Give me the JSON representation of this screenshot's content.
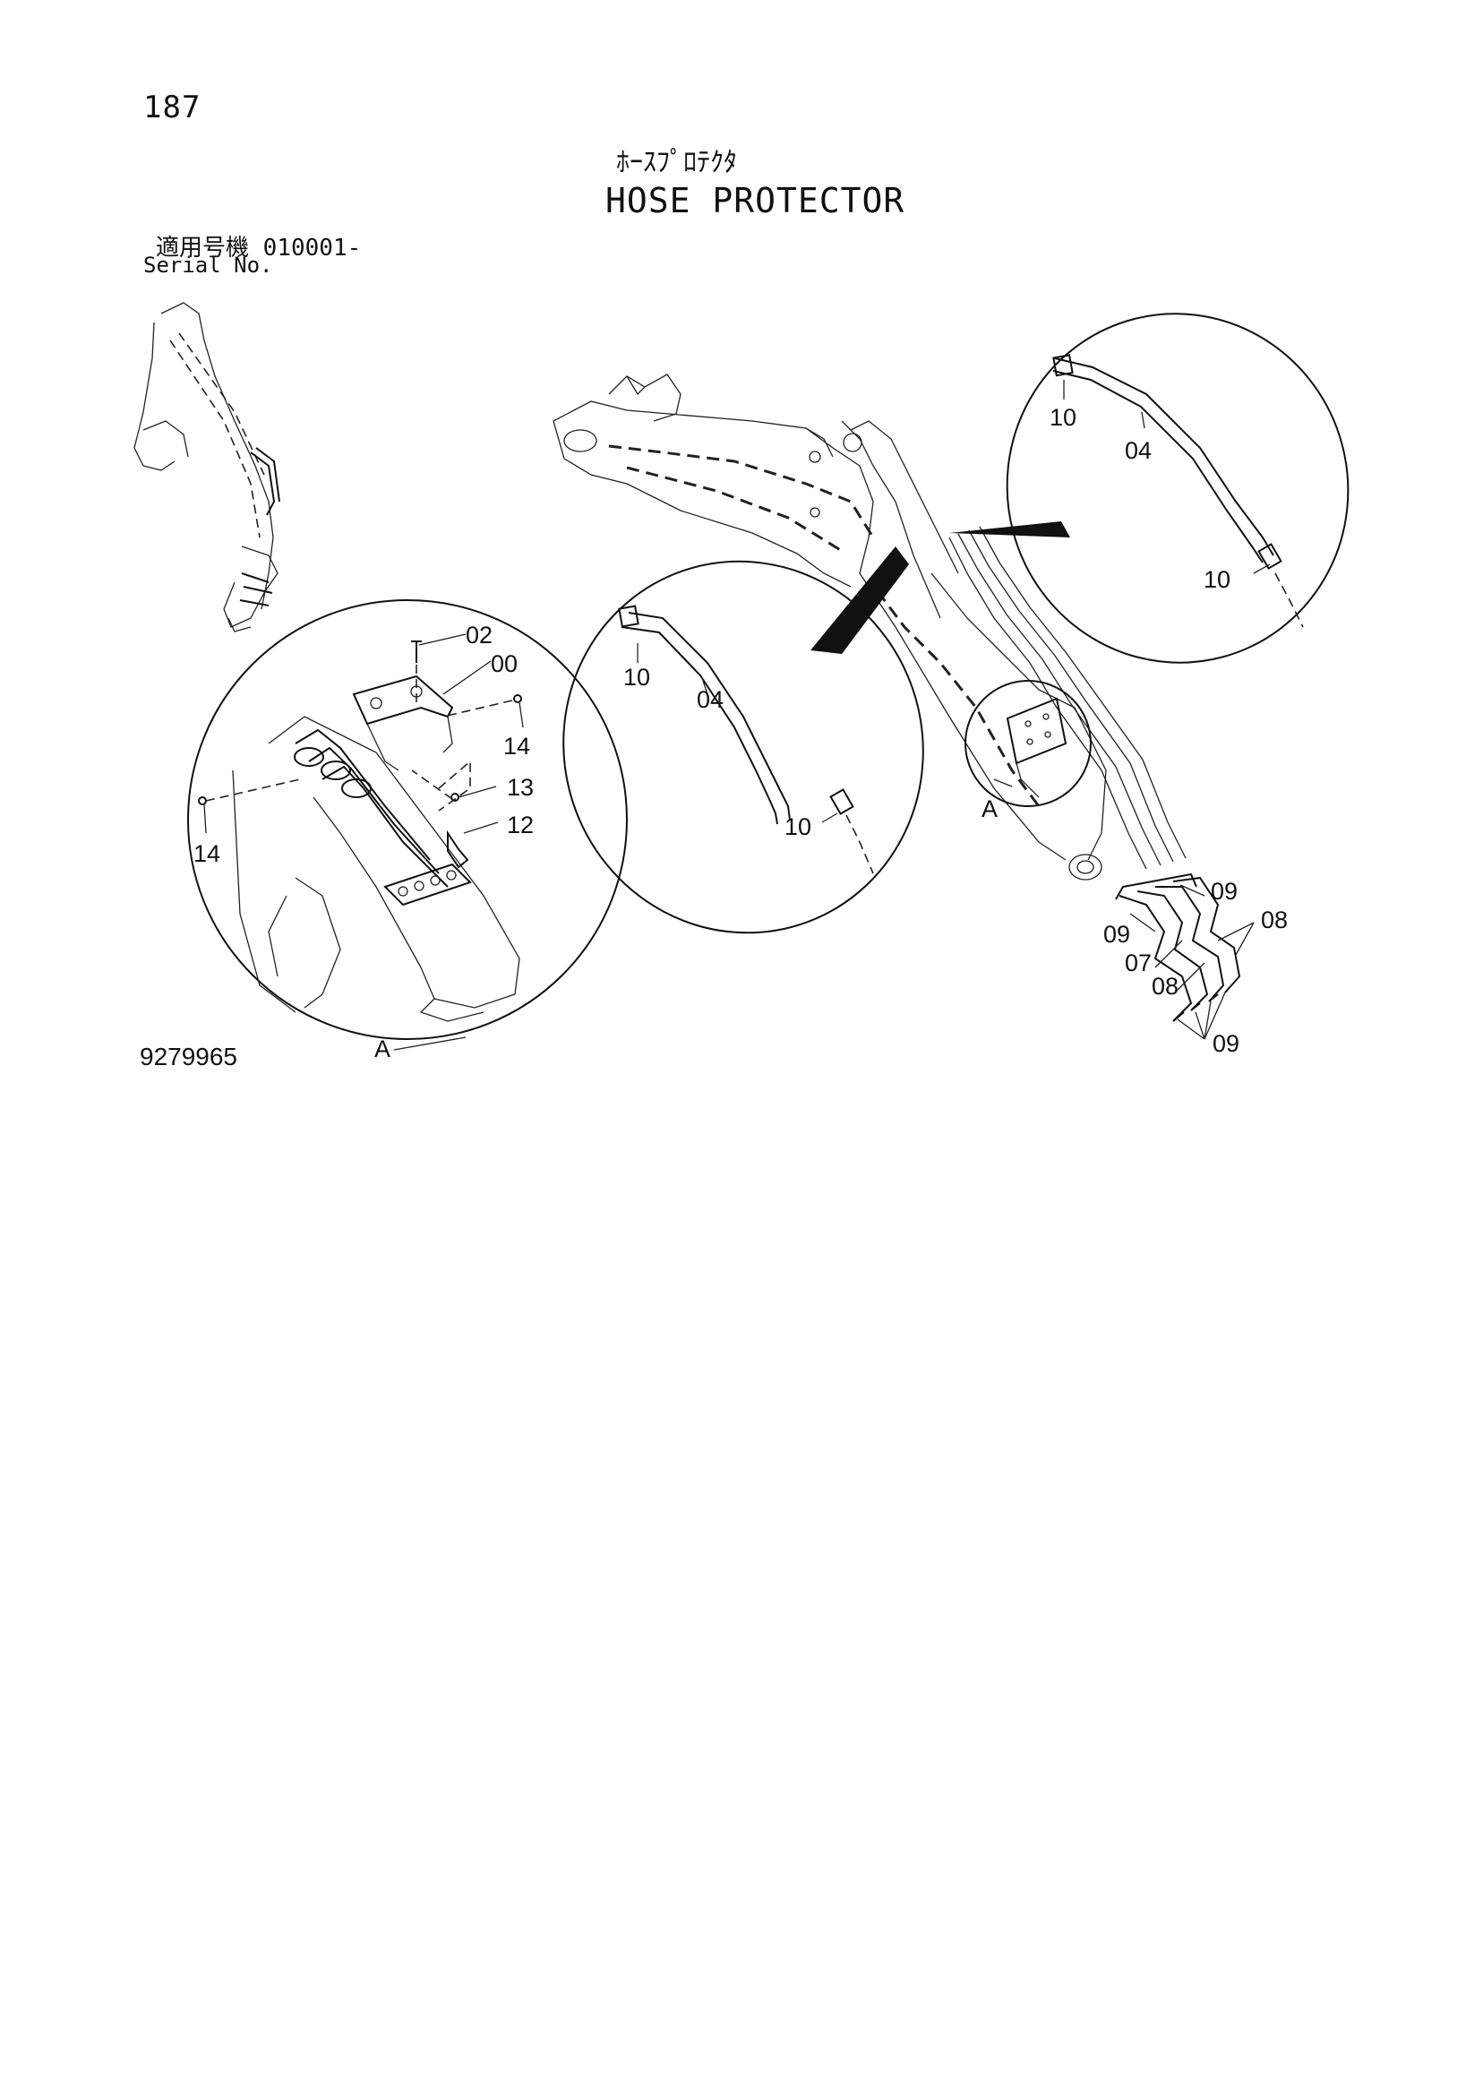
{
  "page": {
    "number": "187",
    "title_jp": "ﾎｰｽﾌﾟﾛﾃｸﾀ",
    "title_en": "HOSE PROTECTOR",
    "serial_label_jp": "適用号機",
    "serial_value": "010001-",
    "serial_label_en": "Serial No.",
    "drawing_number": "9279965"
  },
  "callouts": {
    "c02": "02",
    "c00": "00",
    "c14a": "14",
    "c13": "13",
    "c12": "12",
    "c14b": "14",
    "detailA_label": "A",
    "viewA_label": "A",
    "left_c10a": "10",
    "left_c04": "04",
    "left_c10b": "10",
    "right_c10a": "10",
    "right_c04": "04",
    "right_c10b": "10",
    "c09a": "09",
    "c09b": "09",
    "c08a": "08",
    "c07": "07",
    "c08b": "08",
    "c09c": "09"
  }
}
